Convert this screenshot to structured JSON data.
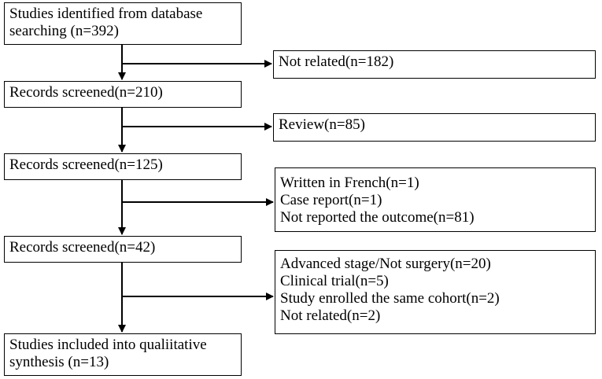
{
  "flow": {
    "boxes": [
      {
        "id": "identified",
        "lines": [
          "Studies identified from database",
          "searching (n=392)"
        ]
      },
      {
        "id": "screened-210",
        "lines": [
          "Records screened(n=210)"
        ]
      },
      {
        "id": "screened-125",
        "lines": [
          "Records screened(n=125)"
        ]
      },
      {
        "id": "screened-42",
        "lines": [
          "Records screened(n=42)"
        ]
      },
      {
        "id": "included",
        "lines": [
          "Studies included into qualiitative",
          "synthesis (n=13)"
        ]
      }
    ],
    "exclusions": [
      {
        "id": "excl-1",
        "lines": [
          "Not related(n=182)"
        ]
      },
      {
        "id": "excl-2",
        "lines": [
          "Review(n=85)"
        ]
      },
      {
        "id": "excl-3",
        "lines": [
          "Written in French(n=1)",
          "Case report(n=1)",
          "Not reported the outcome(n=81)"
        ]
      },
      {
        "id": "excl-4",
        "lines": [
          "Advanced stage/Not surgery(n=20)",
          "Clinical trial(n=5)",
          "Study enrolled the same cohort(n=2)",
          "Not related(n=2)"
        ]
      }
    ]
  },
  "style": {
    "stroke": "#000000",
    "fill": "#ffffff"
  }
}
